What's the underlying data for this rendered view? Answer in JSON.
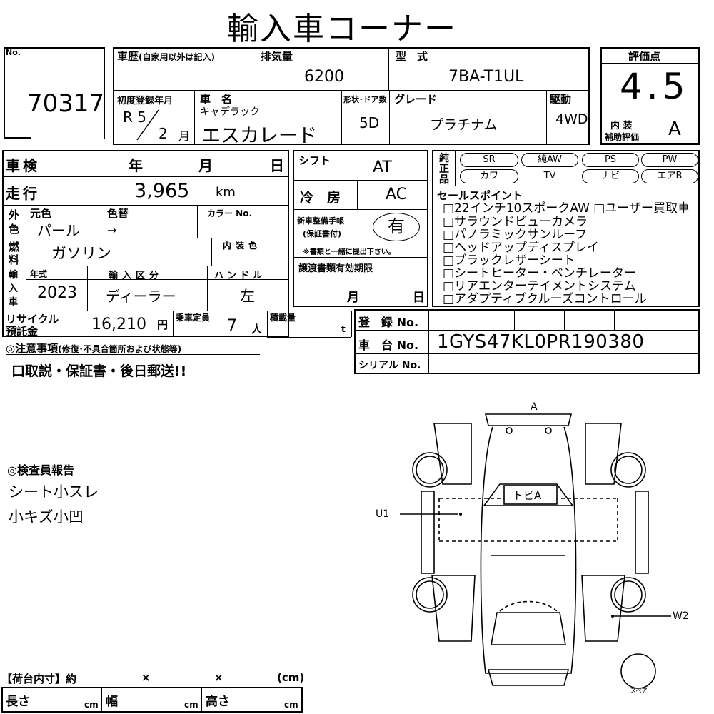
{
  "title": "輸入車コーナー",
  "lot": {
    "no_label": "No.",
    "no": "70317"
  },
  "history": {
    "label": "車歴",
    "sub": "(自家用以外は記入)"
  },
  "displacement": {
    "label": "排気量",
    "value": "6200"
  },
  "model": {
    "label": "型　式",
    "value": "7BA-T1UL"
  },
  "score": {
    "label": "評価点",
    "value": "4.5",
    "interior_label_1": "内 装",
    "interior_label_2": "補助評価",
    "interior_value": "A"
  },
  "first_reg": {
    "label": "初度登録年月",
    "era": "R 5",
    "month": "2",
    "month_unit": "月"
  },
  "car_name": {
    "label": "車　名",
    "maker": "キャデラック",
    "name": "エスカレード"
  },
  "doors": {
    "label": "形状･ドア数",
    "value": "5D"
  },
  "grade": {
    "label": "グレード",
    "value": "プラチナム"
  },
  "drive": {
    "label": "駆動",
    "value": "4WD"
  },
  "inspection": {
    "label": "車検",
    "year": "年",
    "month": "月",
    "day": "日"
  },
  "mileage": {
    "label": "走行",
    "value": "3,965",
    "unit": "km"
  },
  "color": {
    "outer_1": "外",
    "outer_2": "色",
    "orig_label": "元色",
    "change_label": "色替",
    "orig": "パール",
    "arrow": "→",
    "color_no_label": "カラー No."
  },
  "fuel": {
    "label_1": "燃",
    "label_2": "料",
    "value": "ガソリン",
    "interior_color_label": "内装色"
  },
  "import": {
    "label_1": "輸",
    "label_2": "入",
    "label_3": "車",
    "year_label": "年式",
    "year": "2023",
    "class_label": "輸入区分",
    "class_value": "ディーラー",
    "handle_label": "ハンドル",
    "handle_value": "左"
  },
  "shift": {
    "label": "シフト",
    "value": "AT"
  },
  "ac": {
    "label": "冷　房",
    "value": "AC"
  },
  "manual": {
    "label_1": "新車整備手帳",
    "label_2": "(保証書付)",
    "value": "有",
    "note": "※書類と一緒に提出下さい。"
  },
  "transfer": {
    "label": "譲渡書類有効期限",
    "month": "月",
    "day": "日"
  },
  "equipment": {
    "label_1": "純",
    "label_2": "正",
    "label_3": "品",
    "items": [
      "SR",
      "純AW",
      "PS",
      "PW",
      "カワ",
      "TV",
      "ナビ",
      "エアB"
    ]
  },
  "sales_points": {
    "label": "セールスポイント",
    "items": [
      "□22インチ10スポークAW □ユーザー買取車",
      "□サラウンドビューカメラ",
      "□パノラミックサンルーフ",
      "□ヘッドアップディスプレイ",
      "□ブラックレザーシート",
      "□シートヒーター・ベンチレーター",
      "□リアエンターテイメントシステム",
      "□アダプティブクルーズコントロール"
    ]
  },
  "recycle": {
    "label_1": "リサイクル",
    "label_2": "預託金",
    "value": "16,210",
    "unit": "円"
  },
  "capacity": {
    "label": "乗車定員",
    "value": "7",
    "unit": "人"
  },
  "load": {
    "label": "積載量",
    "unit": "t"
  },
  "registration": {
    "label": "登　録 No."
  },
  "chassis": {
    "label": "車　台 No.",
    "value": "1GYS47KL0PR190380"
  },
  "serial": {
    "label": "シリアル No."
  },
  "notes": {
    "label": "◎注意事項",
    "sub": "(修復･不具合箇所および状態等)",
    "text": "口取説・保証書・後日郵送!!"
  },
  "inspector": {
    "label": "◎検査員報告",
    "lines": [
      "シート小スレ",
      "小キズ小凹"
    ]
  },
  "diagram": {
    "a": "A",
    "tobi": "トビA",
    "u1": "U1",
    "w2": "W2",
    "spare": "スペア"
  },
  "cargo": {
    "label": "【荷台内寸】約",
    "x1": "×",
    "x2": "×",
    "unit": "(cm)",
    "length": "長さ",
    "width": "幅",
    "height": "高さ",
    "cm": "cm"
  }
}
